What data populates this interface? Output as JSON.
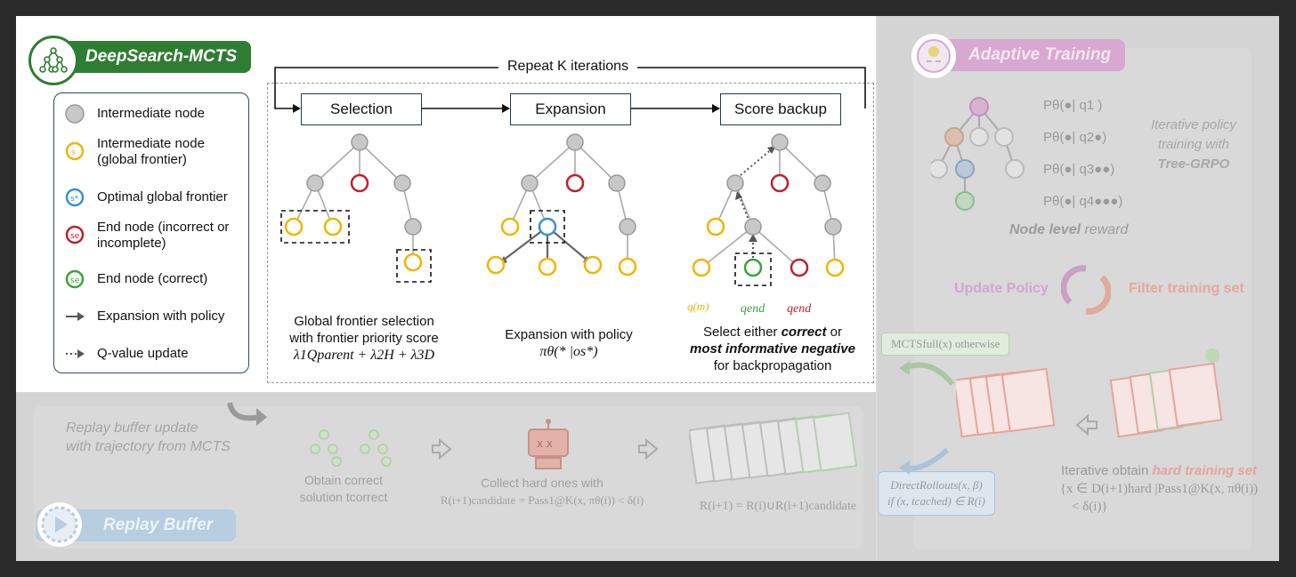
{
  "colors": {
    "green_title": "#2f7d32",
    "navy": "#1f3a52",
    "yellow_node": "#f2b400",
    "blue_node": "#3a8fd6",
    "red_node": "#c0202a",
    "green_node": "#3aa33a",
    "gray_node": "#c8c8c8",
    "pink_title": "#d26fc0",
    "blue_title": "#4a90c8"
  },
  "main": {
    "title": "DeepSearch-MCTS",
    "repeat_label": "Repeat K iterations",
    "stages": [
      "Selection",
      "Expansion",
      "Score backup"
    ],
    "legend": [
      {
        "icon": "gray-node-icon",
        "label": "Intermediate node"
      },
      {
        "icon": "yellow-node-icon",
        "label": "Intermediate node (global frontier)"
      },
      {
        "icon": "blue-node-icon",
        "label": "Optimal global frontier"
      },
      {
        "icon": "red-node-icon",
        "label": "End node (incorrect or incomplete)"
      },
      {
        "icon": "green-node-icon",
        "label": "End node (correct)"
      },
      {
        "icon": "solid-arrow-icon",
        "label": "Expansion with policy"
      },
      {
        "icon": "dotted-arrow-icon",
        "label": "Q-value update"
      }
    ],
    "caption_selection_line1": "Global frontier selection",
    "caption_selection_line2": "with frontier priority score",
    "caption_selection_formula": "λ1Qparent + λ2H + λ3D",
    "caption_expansion_line1": "Expansion with policy",
    "caption_expansion_formula": "πθ(* |os*)",
    "caption_backup_line1a": "Select either ",
    "caption_backup_bold1": "correct",
    "caption_backup_line1b": " or",
    "caption_backup_bold2": "most informative negative",
    "caption_backup_line3": "for backpropagation",
    "q_labels": [
      "q(m)",
      "qend",
      "qend"
    ]
  },
  "adaptive": {
    "title": "Adaptive Training",
    "probs": [
      "Pθ(●| q1 )",
      "Pθ(●| q2●)",
      "Pθ(●| q3●●)",
      "Pθ(●| q4●●●)"
    ],
    "policy_line1": "Iterative policy",
    "policy_line2": "training with",
    "policy_line3": "Tree-GRPO",
    "node_reward_bold": "Node level",
    "node_reward_rest": " reward",
    "update_policy": "Update Policy",
    "filter_set": "Filter training set",
    "mcts_full": "MCTSfull(x) otherwise",
    "direct_line1": "DirectRollouts(x, β)",
    "direct_line2": "if (x, tcached) ∈ R(i)",
    "hard_line1a": "Iterative obtain ",
    "hard_line1b": "hard training set",
    "hard_line2": "{x ∈ D(i+1)hard |Pass1@K(x, πθ(i))",
    "hard_line3": "< δ(i)}"
  },
  "replay": {
    "title": "Replay Buffer",
    "update_line1": "Replay buffer update",
    "update_line2": "with trajectory from MCTS",
    "obtain_line1": "Obtain correct",
    "obtain_line2": "solution tcorrect",
    "collect_line1": "Collect hard ones with",
    "collect_line2": "R(i+1)candidate = Pass1@K(x, πθ(i)) < δ(i)",
    "union": "R(i+1) = R(i)∪R(i+1)candidate"
  }
}
